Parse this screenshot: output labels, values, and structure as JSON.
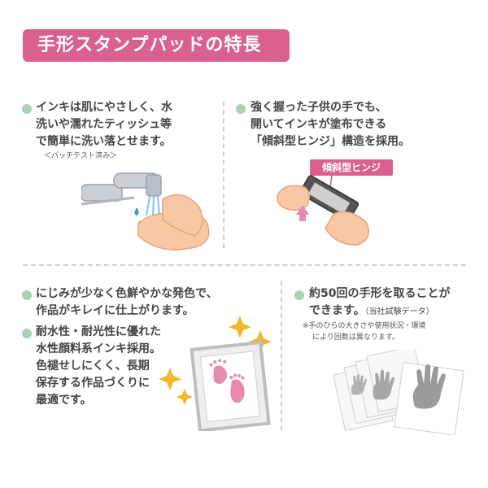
{
  "title": "手形スタンプパッドの特長",
  "features": {
    "skin": {
      "lines": [
        "インキは肌にやさしく、水",
        "洗いや濡れたティッシュ等",
        "で簡単に洗い落とせます。"
      ],
      "note": "＜パッチテスト済み＞"
    },
    "grip": {
      "lines": [
        "強く握った子供の手でも、",
        "開いてインキが塗布できる",
        "「傾斜型ヒンジ」構造を採用。"
      ],
      "label": "傾斜型ヒンジ"
    },
    "color": {
      "lines1": [
        "にじみが少なく色鮮やかな発色で、",
        "作品がキレイに仕上がります。"
      ],
      "lines2": [
        "耐水性・耐光性に優れた",
        "水性顔料系インキ採用。",
        "色褪せしにくく、長期",
        "保存する作品づくりに",
        "最適です。"
      ]
    },
    "count": {
      "lines": [
        "約50回の手形を取ることが"
      ],
      "line2_main": "できます。",
      "line2_small": "（当社試験データ）",
      "notes": [
        "※手のひらの大きさや使用状況・環境",
        "により回数は異なります。"
      ]
    }
  },
  "colors": {
    "accent": "#d9608f",
    "bullet": "#a8d1b5",
    "skin": "#f8c7a4",
    "sparkle": "#f2b829"
  }
}
